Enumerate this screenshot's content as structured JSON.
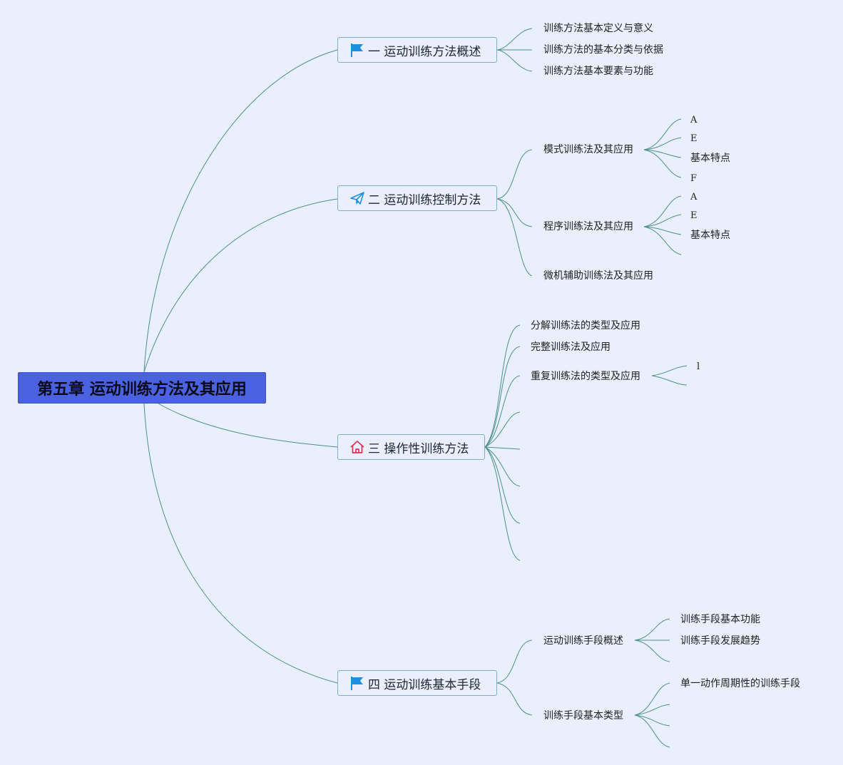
{
  "root": {
    "label": "第五章 运动训练方法及其应用"
  },
  "branches": {
    "b1": {
      "label": "一 运动训练方法概述",
      "icon": "flag-icon"
    },
    "b2": {
      "label": "二 运动训练控制方法",
      "icon": "paper-plane-icon"
    },
    "b3": {
      "label": "三 操作性训练方法",
      "icon": "house-icon"
    },
    "b4": {
      "label": "四 运动训练基本手段",
      "icon": "flag-icon"
    }
  },
  "b1_children": [
    "训练方法基本定义与意义",
    "训练方法的基本分类与依据",
    "训练方法基本要素与功能"
  ],
  "b2_children": {
    "mode": {
      "label": "模式训练法及其应用",
      "children": [
        "A",
        "E",
        "基本特点",
        "F"
      ]
    },
    "program": {
      "label": "程序训练法及其应用",
      "children": [
        "A",
        "E",
        "基本特点"
      ]
    },
    "micro": {
      "label": "微机辅助训练法及其应用"
    }
  },
  "b3_children": {
    "decompose": "分解训练法的类型及应用",
    "complete": "完整训练法及应用",
    "repeat": {
      "label": "重复训练法的类型及应用",
      "children": [
        "l"
      ]
    }
  },
  "b4_children": {
    "overview": {
      "label": "运动训练手段概述",
      "children": [
        "训练手段基本功能",
        "训练手段发展趋势"
      ]
    },
    "types": {
      "label": "训练手段基本类型",
      "children": [
        "单一动作周期性的训练手段"
      ]
    }
  },
  "colors": {
    "link": "#4f8f8c",
    "root_bg": "#4a62e0",
    "branch_border": "#7fb0c0",
    "background": "#e9effd"
  }
}
